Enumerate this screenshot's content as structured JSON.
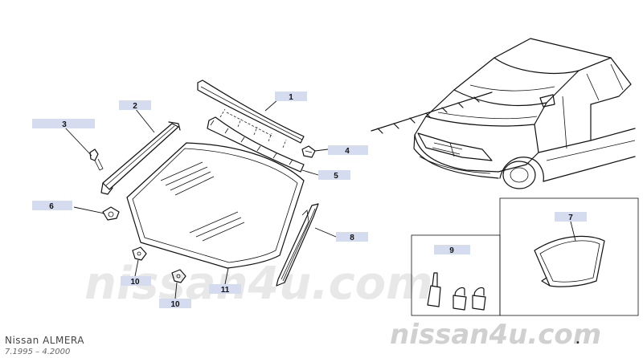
{
  "model": "Nissan ALMERA",
  "date_range": "7.1995 – 4.2000",
  "watermarks": {
    "center": "nissan4u.com",
    "corner": "nissan4u.com"
  },
  "callouts": [
    {
      "id": "c1",
      "number": "1"
    },
    {
      "id": "c2",
      "number": "2"
    },
    {
      "id": "c3",
      "number": "3"
    },
    {
      "id": "c4",
      "number": "4"
    },
    {
      "id": "c5",
      "number": "5"
    },
    {
      "id": "c6",
      "number": "6"
    },
    {
      "id": "c7",
      "number": "7"
    },
    {
      "id": "c8",
      "number": "8"
    },
    {
      "id": "c9",
      "number": "9"
    },
    {
      "id": "c10a",
      "number": "10"
    },
    {
      "id": "c10b",
      "number": "10"
    },
    {
      "id": "c11",
      "number": "11"
    }
  ],
  "footnote_mark": "•",
  "colors": {
    "label_bg": "#d6dcef",
    "line": "#111111",
    "watermark": "#d9d9d9"
  }
}
